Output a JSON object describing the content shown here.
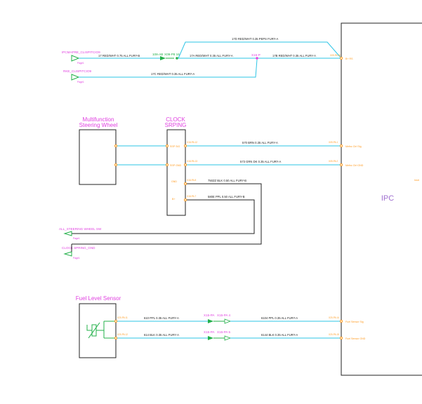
{
  "ipc_label": "IPC",
  "components": {
    "multifunction_line1": "Multifunction",
    "multifunction_line2": "Steering Wheel",
    "clock_line1": "CLOCK",
    "clock_line2": "SRPING",
    "fuel_sensor": "Fuel Level Sensor"
  },
  "clock_pins": [
    "SSP SIG",
    "SSP GND",
    "GND",
    "B+"
  ],
  "offpage": {
    "pcm_ign": "IPCMAPRE_CLISPITCIO9",
    "rke_ign": "RKE_CLISPITCIO9",
    "steering_sw": "ALL_STEERING WHEEL SW",
    "clock_gnd": "CLOCK SPRING_GND",
    "page_ref": "Page1"
  },
  "wires": {
    "w17d": "17D RED/WHT 0.35 PEPS FURY-A",
    "w17": "17 RED/WHT 0.75 ALL FURY-B",
    "w17a": "17A RED/WHT 0.35 ALL FURY-A",
    "w17b": "17B RED/WHT 0.35 ALL FURY-A",
    "w17c": "17C RED/WHT 0.35 ALL FURY-A",
    "w570": "570 BRN 0.35 ALL FURY-A",
    "w573": "573 GRN DK 0.35 ALL FURY-A",
    "w750": "750ZZ BLK 0.50 ALL FURY-B",
    "w580": "580E PPL 0.50 ALL FURY-B",
    "w610": "610 PPL 0.35 ALL FURY-A",
    "w6104": "6104 PPL 0.35 ALL FURY-A",
    "w614": "614 BLK 0.35 ALL FURY-A",
    "w6144": "6144 BLK 0.35 ALL FURY-A"
  },
  "splices": {
    "s1": "108-AB",
    "s1b": "X09-P8 16",
    "s2": "X15-P",
    "s3a": "X15-PA",
    "s3b": "X15-PA 4",
    "s4a": "X15-PA",
    "s4b": "X15-PA 5"
  },
  "ipc_pins": {
    "p1": "B+ RS",
    "p2": "Mefnc Ctrl Sig",
    "p3": "Mefnc Ctrl GND",
    "p4": "Fuel Sensor Sig",
    "p5": "Fuel Sensor GND",
    "side": "Instr"
  },
  "connector_refs": {
    "c1": "X09-PA 16",
    "c2": "X18-PA 12",
    "c3": "X18-PA 13",
    "c4": "X18-PA 8",
    "c5": "X18-PA 7",
    "c6": "X09-PA 1",
    "c7": "X09-PA 2",
    "c8": "X20-PA 11",
    "c9": "X20-PA 12",
    "c10": "X20-PA 14",
    "c11": "X20-PA 15"
  }
}
